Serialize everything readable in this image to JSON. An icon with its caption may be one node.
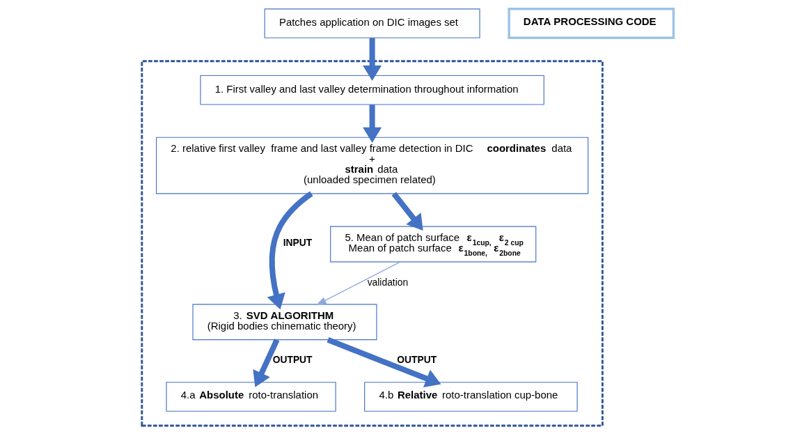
{
  "diagram": {
    "nodes": [
      {
        "text": [
          "Patches application on DIC images set"
        ]
      },
      {
        "text": [
          "DATA PROCESSING CODE"
        ]
      },
      {
        "text": [],
        "shape": "box"
      },
      {
        "text": [
          "1. First valley and last valley determination throughout information"
        ],
        "in": 2
      },
      {
        "text": [
          "2. relative first valley  frame and last valley frame detection in DIC **coordinates** data",
          "+",
          "**strain** data",
          "(unloaded specimen related)"
        ],
        "in": 2
      },
      {
        "text": [
          "3. **SVD ALGORITHM**",
          "(Rigid bodies chinematic theory)"
        ],
        "in": 2
      },
      {
        "text": [
          "4.a **Absolute** roto-translation"
        ],
        "in": 2
      },
      {
        "text": [
          "4.b **Relative** roto-translation cup-bone"
        ],
        "in": 2
      },
      {
        "text": [
          "5. Mean of patch surface **ε$_{1cup,}$** **ε$_{2 cup}$**",
          "Mean of patch surface **ε$_{1bone,}$** **ε$_{2bone}$**"
        ],
        "in": 2
      }
    ],
    "edges": [
      {
        "from": 0,
        "to": 3,
        "arrow": "to"
      },
      {
        "from": 3,
        "to": 4,
        "arrow": "to"
      },
      {
        "from": 4,
        "to": 5,
        "arrow": "to",
        "label": "INPUT"
      },
      {
        "from": 5,
        "to": 6,
        "arrow": "to",
        "label": "OUTPUT"
      },
      {
        "from": 5,
        "to": 7,
        "arrow": "to",
        "label": "OUTPUT"
      },
      {
        "from": 4,
        "to": 8,
        "arrow": "to"
      },
      {
        "from": 8,
        "to": 5,
        "arrow": "to",
        "label": "validation",
        "color": "#8faadc"
      }
    ]
  }
}
